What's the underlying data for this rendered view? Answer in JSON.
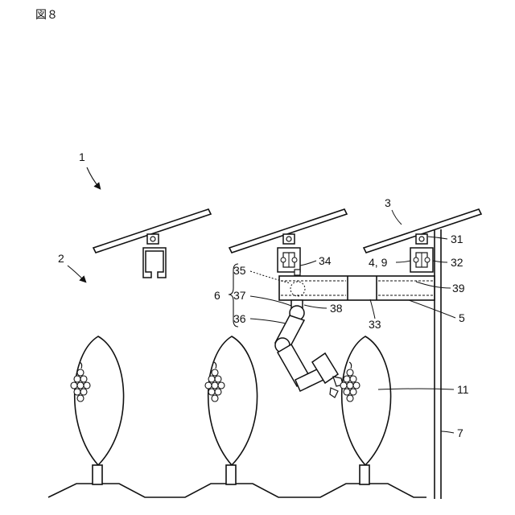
{
  "figure": {
    "label": "図８"
  },
  "diagram": {
    "labels": [
      {
        "id": "1",
        "text": "1"
      },
      {
        "id": "2",
        "text": "2"
      },
      {
        "id": "3",
        "text": "3"
      },
      {
        "id": "31",
        "text": "31"
      },
      {
        "id": "32",
        "text": "32"
      },
      {
        "id": "4-9",
        "text": "4, 9"
      },
      {
        "id": "34",
        "text": "34"
      },
      {
        "id": "35",
        "text": "35"
      },
      {
        "id": "6",
        "text": "6"
      },
      {
        "id": "37",
        "text": "37"
      },
      {
        "id": "38",
        "text": "38"
      },
      {
        "id": "36",
        "text": "36"
      },
      {
        "id": "33",
        "text": "33"
      },
      {
        "id": "39",
        "text": "39"
      },
      {
        "id": "5",
        "text": "5"
      },
      {
        "id": "11",
        "text": "11"
      },
      {
        "id": "7",
        "text": "7"
      }
    ]
  }
}
